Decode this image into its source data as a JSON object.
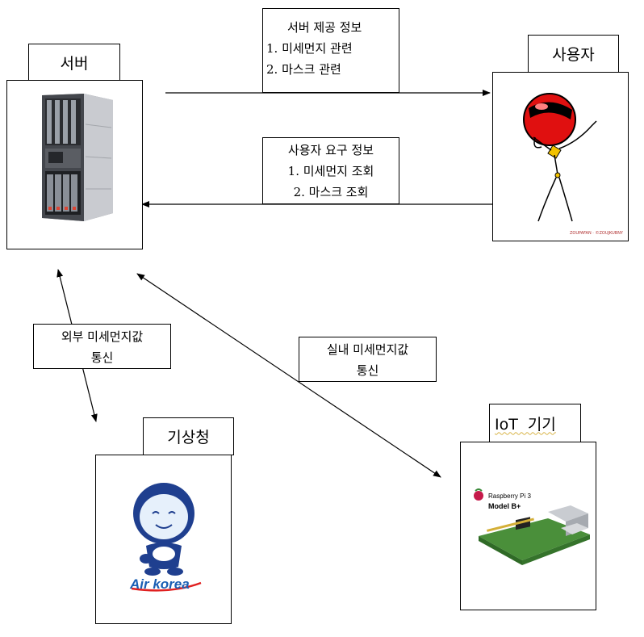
{
  "nodes": {
    "server": {
      "label": "서버",
      "image": "server-rack-icon"
    },
    "user": {
      "label": "사용자",
      "image": "user-stick-figure-icon",
      "credit": "ZOUPAFAN · ©ZOUJKUBNY"
    },
    "kma": {
      "label": "기상청",
      "image": "airkorea-mascot-icon",
      "logo_text": "Air korea"
    },
    "iot": {
      "label": "IoT  기기",
      "image": "raspberry-pi-board-icon",
      "board_brand": "Raspberry Pi 3",
      "board_model": "Model B+"
    }
  },
  "notes": {
    "server_provide": {
      "title": "서버 제공 정보",
      "items": [
        "1. 미세먼지 관련",
        "2. 마스크 관련"
      ]
    },
    "user_request": {
      "title": "사용자 요구 정보",
      "items": [
        "1. 미세먼지 조회",
        "2. 마스크 조회"
      ]
    },
    "outdoor": {
      "line1": "외부 미세먼지값",
      "line2": "통신"
    },
    "indoor": {
      "line1": "실내 미세먼지값",
      "line2": "통신"
    }
  },
  "edges": [
    {
      "from": "server",
      "to": "user",
      "direction": "one-way"
    },
    {
      "from": "user",
      "to": "server",
      "direction": "one-way"
    },
    {
      "from": "server",
      "to": "kma",
      "direction": "two-way"
    },
    {
      "from": "server",
      "to": "iot",
      "direction": "two-way"
    }
  ],
  "colors": {
    "line": "#000000",
    "ball_red": "#e01010",
    "pcb_green": "#4a8f3a",
    "logo_blue": "#1a5fb4",
    "logo_red": "#e02020"
  }
}
